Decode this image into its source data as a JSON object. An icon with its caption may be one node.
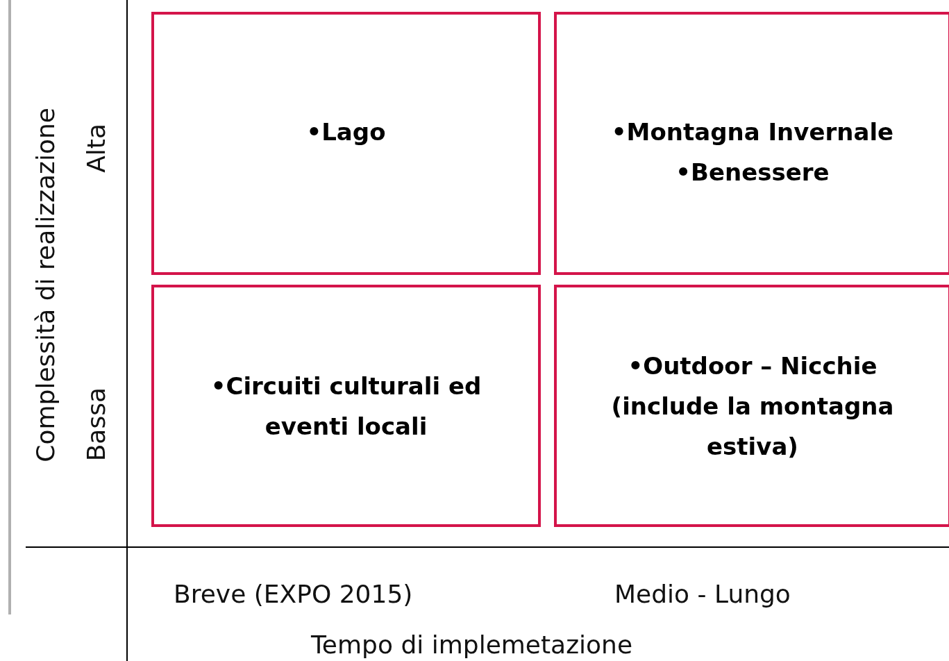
{
  "diagram": {
    "nodes": [
      {
        "text": [
          "•Lago"
        ]
      },
      {
        "text": [
          "•Montagna Invernale",
          "•Benessere"
        ]
      },
      {
        "text": [
          "•Circuiti culturali ed eventi locali"
        ]
      },
      {
        "text": [
          "•Outdoor – Nicchie (include la montagna estiva)"
        ]
      }
    ],
    "edges": [],
    "labels": [
      "Complessità di realizzazione",
      "Alta",
      "Bassa",
      "Breve (EXPO 2015)",
      "Medio - Lungo",
      "Tempo di implemetazione"
    ]
  }
}
